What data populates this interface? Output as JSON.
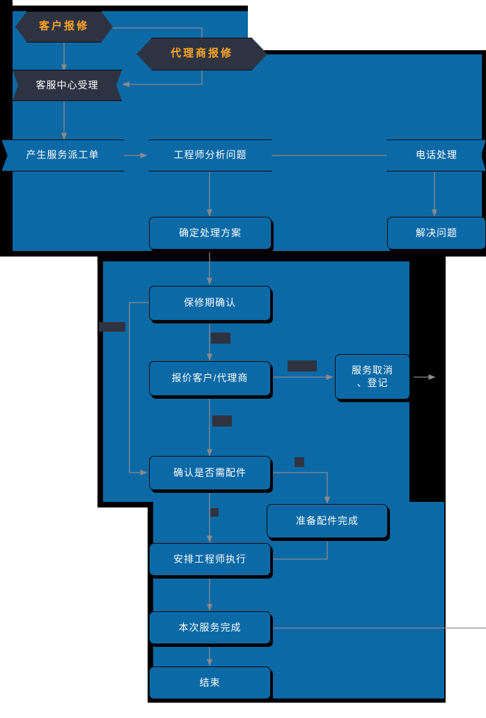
{
  "diagram": {
    "title": "客户报修服务流程图",
    "colors": {
      "panel_blue": "#0b69a6",
      "node_blue": "#0b69a6",
      "dark_node": "#2e3341",
      "accent_orange": "#ffa820",
      "connector": "#8a8a8a",
      "shadow": "#000000",
      "text_light": "#ffffff"
    },
    "nodes": [
      {
        "id": "n1",
        "label": "客户报修",
        "shape": "hexagon"
      },
      {
        "id": "n2",
        "label": "代理商报修",
        "shape": "hexagon"
      },
      {
        "id": "n3",
        "label": "客服中心受理",
        "shape": "flag-dark"
      },
      {
        "id": "n4",
        "label": "产生服务派工单",
        "shape": "flag"
      },
      {
        "id": "n5",
        "label": "工程师分析问题",
        "shape": "flag"
      },
      {
        "id": "n6",
        "label": "电话处理",
        "shape": "flag"
      },
      {
        "id": "n7",
        "label": "确定处理方案",
        "shape": "rounded-rect"
      },
      {
        "id": "n8",
        "label": "解决问题",
        "shape": "rounded-rect"
      },
      {
        "id": "n9",
        "label": "保修期确认",
        "shape": "rounded-rect"
      },
      {
        "id": "n10",
        "label": "报价客户/代理商",
        "shape": "rounded-rect"
      },
      {
        "id": "n11",
        "label": "服务取消\n、登记",
        "shape": "rounded-rect"
      },
      {
        "id": "n12",
        "label": "确认是否需配件",
        "shape": "rounded-rect"
      },
      {
        "id": "n13",
        "label": "准备配件完成",
        "shape": "rounded-rect"
      },
      {
        "id": "n14",
        "label": "安排工程师执行",
        "shape": "rounded-rect"
      },
      {
        "id": "n15",
        "label": "本次服务完成",
        "shape": "rounded-rect"
      },
      {
        "id": "n16",
        "label": "结束",
        "shape": "rounded-rect"
      }
    ],
    "node_text": {
      "n1": "客户报修",
      "n2": "代理商报修",
      "n3": "客服中心受理",
      "n4": "产生服务派工单",
      "n5": "工程师分析问题",
      "n6": "电话处理",
      "n7": "确定处理方案",
      "n8": "解决问题",
      "n9": "保修期确认",
      "n10": "报价客户/代理商",
      "n11a": "服务取消",
      "n11b": "、登记",
      "n12": "确认是否需配件",
      "n13": "准备配件完成",
      "n14": "安排工程师执行",
      "n15": "本次服务完成",
      "n16": "结束"
    },
    "edge_labels": [
      {
        "id": "e1",
        "text": "",
        "obscured": true
      },
      {
        "id": "e2",
        "text": "",
        "obscured": true
      },
      {
        "id": "e3",
        "text": "",
        "obscured": true
      },
      {
        "id": "e4",
        "text": "",
        "obscured": true
      },
      {
        "id": "e5",
        "text": "",
        "obscured": true
      },
      {
        "id": "e6",
        "text": "",
        "obscured": true
      }
    ],
    "edges": [
      {
        "from": "n1",
        "to": "n2",
        "label": ""
      },
      {
        "from": "n1",
        "to": "n3",
        "label": ""
      },
      {
        "from": "n2",
        "to": "n3",
        "label": ""
      },
      {
        "from": "n3",
        "to": "n4",
        "label": ""
      },
      {
        "from": "n4",
        "to": "n5",
        "label": ""
      },
      {
        "from": "n5",
        "to": "n6",
        "label": ""
      },
      {
        "from": "n5",
        "to": "n7",
        "label": ""
      },
      {
        "from": "n6",
        "to": "n8",
        "label": ""
      },
      {
        "from": "n7",
        "to": "n9",
        "label": ""
      },
      {
        "from": "n9",
        "to": "n10",
        "label": ""
      },
      {
        "from": "n10",
        "to": "n11",
        "label": ""
      },
      {
        "from": "n10",
        "to": "n12",
        "label": ""
      },
      {
        "from": "n9",
        "to": "n12",
        "label": ""
      },
      {
        "from": "n12",
        "to": "n13",
        "label": ""
      },
      {
        "from": "n12",
        "to": "n14",
        "label": ""
      },
      {
        "from": "n13",
        "to": "n14",
        "label": ""
      },
      {
        "from": "n14",
        "to": "n15",
        "label": ""
      },
      {
        "from": "n15",
        "to": "n16",
        "label": ""
      },
      {
        "from": "n11",
        "to": "",
        "label": ""
      },
      {
        "from": "n15",
        "to": "",
        "label": ""
      }
    ]
  }
}
